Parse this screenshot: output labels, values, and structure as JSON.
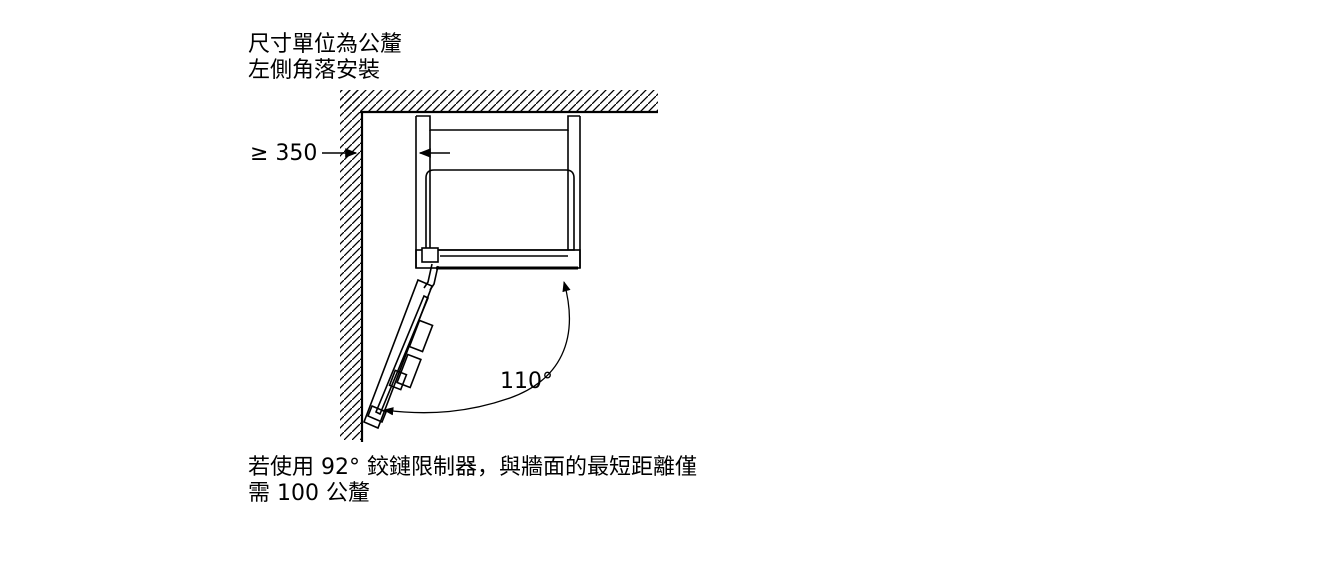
{
  "heading": {
    "units": "尺寸單位為公釐",
    "installation": "左側角落安裝"
  },
  "dimensions": {
    "clearance": "≥ 350",
    "door_angle": "110°"
  },
  "note": {
    "line1": "若使用 92° 鉸鏈限制器，與牆面的最短距離僅",
    "line2": "需 100 公釐"
  }
}
